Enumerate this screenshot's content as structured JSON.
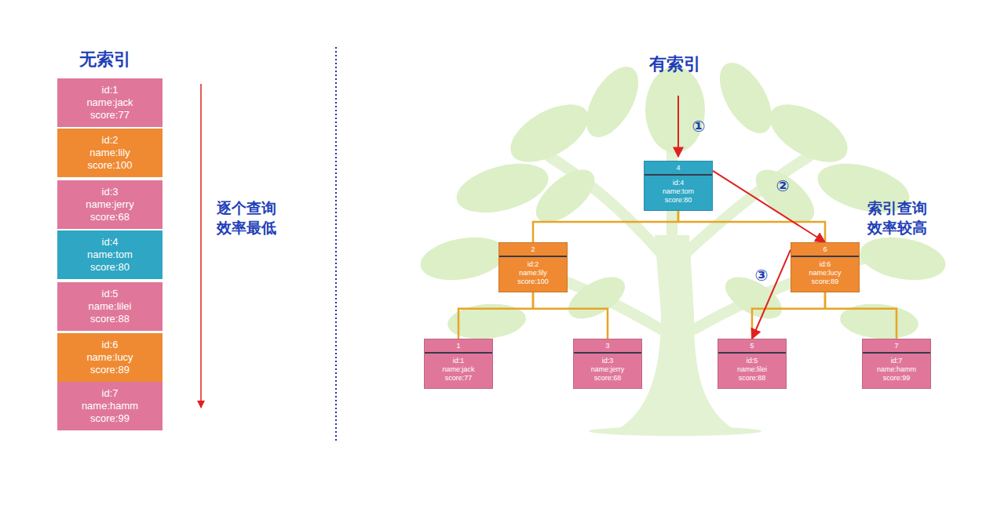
{
  "diagram": {
    "nodes": [
      {
        "text": [
          "id:1",
          "name:jack",
          "score:77"
        ]
      },
      {
        "text": [
          "id:2",
          "name:lily",
          "score:100"
        ]
      },
      {
        "text": [
          "id:3",
          "name:jerry",
          "score:68"
        ]
      },
      {
        "text": [
          "id:4",
          "name:tom",
          "score:80"
        ]
      },
      {
        "text": [
          "id:5",
          "name:lilei",
          "score:88"
        ]
      },
      {
        "text": [
          "id:6",
          "name:lucy",
          "score:89"
        ]
      },
      {
        "text": [
          "id:7",
          "name:hamm",
          "score:99"
        ]
      },
      {
        "text": [
          "4",
          "id:4",
          "name:tom",
          "score:80"
        ]
      },
      {
        "text": [
          "2",
          "id:2",
          "name:lily",
          "score:100"
        ]
      },
      {
        "text": [
          "6",
          "id:6",
          "name:lucy",
          "score:89"
        ]
      },
      {
        "text": [
          "1",
          "id:1",
          "name:jack",
          "score:77"
        ]
      },
      {
        "text": [
          "3",
          "id:3",
          "name:jerry",
          "score:68"
        ]
      },
      {
        "text": [
          "5",
          "id:5",
          "name:lilei",
          "score:88"
        ]
      },
      {
        "text": [
          "7",
          "id:7",
          "name:hamm",
          "score:99"
        ]
      }
    ],
    "edges": [
      {
        "from": 7,
        "to": 8,
        "arrow": "none"
      },
      {
        "from": 7,
        "to": 9,
        "arrow": "none"
      },
      {
        "from": 8,
        "to": 10,
        "arrow": "none"
      },
      {
        "from": 8,
        "to": 11,
        "arrow": "none"
      },
      {
        "from": 9,
        "to": 12,
        "arrow": "none"
      },
      {
        "from": 9,
        "to": 13,
        "arrow": "none"
      },
      {
        "from": 7,
        "to": 9,
        "arrow": "to"
      },
      {
        "from": 9,
        "to": 12,
        "arrow": "to"
      }
    ],
    "labels": [
      "无索引",
      "逐个查询 效率最低",
      "有索引",
      "①",
      "②",
      "索引查询 效率较高",
      "③"
    ]
  }
}
